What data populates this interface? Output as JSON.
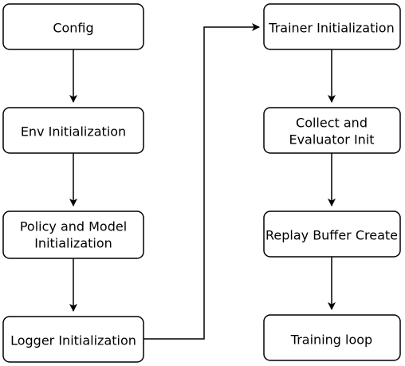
{
  "nodes": {
    "config": {
      "lines": [
        "Config"
      ]
    },
    "env_init": {
      "lines": [
        "Env Initialization"
      ]
    },
    "policy_model_init": {
      "lines": [
        "Policy and Model",
        "Initialization"
      ]
    },
    "logger_init": {
      "lines": [
        "Logger Initialization"
      ]
    },
    "trainer_init": {
      "lines": [
        "Trainer Initialization"
      ]
    },
    "collect_evaluator_init": {
      "lines": [
        "Collect and",
        "Evaluator Init"
      ]
    },
    "replay_buffer_create": {
      "lines": [
        "Replay Buffer Create"
      ]
    },
    "training_loop": {
      "lines": [
        "Training loop"
      ]
    }
  },
  "edges": [
    [
      "config",
      "env_init"
    ],
    [
      "env_init",
      "policy_model_init"
    ],
    [
      "policy_model_init",
      "logger_init"
    ],
    [
      "logger_init",
      "trainer_init"
    ],
    [
      "trainer_init",
      "collect_evaluator_init"
    ],
    [
      "collect_evaluator_init",
      "replay_buffer_create"
    ],
    [
      "replay_buffer_create",
      "training_loop"
    ]
  ],
  "colors": {
    "stroke": "#000000",
    "fill": "#ffffff",
    "text": "#000000"
  }
}
